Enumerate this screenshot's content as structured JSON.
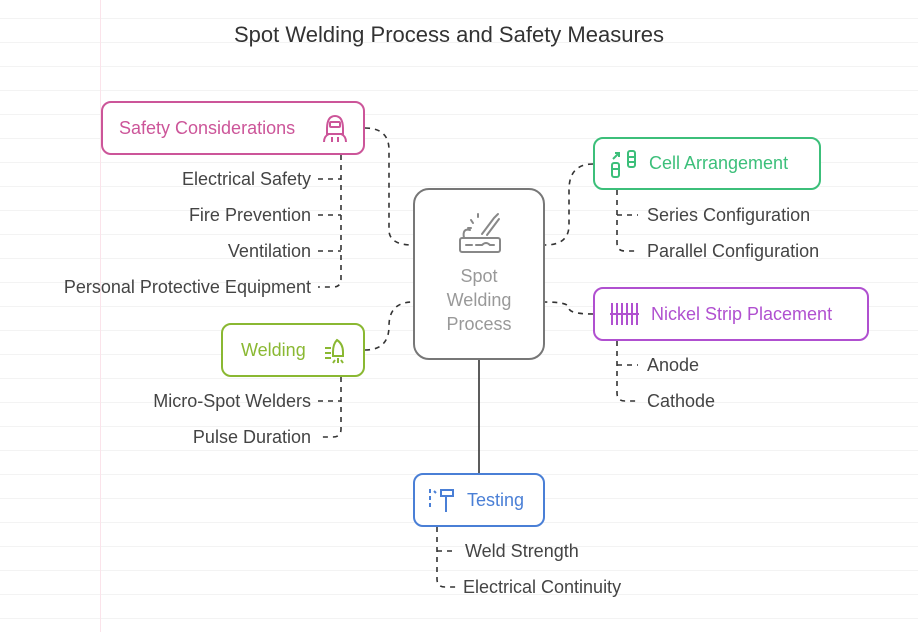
{
  "title": "Spot Welding Process and Safety Measures",
  "center": {
    "lines": [
      "Spot",
      "Welding",
      "Process"
    ],
    "icon": "spot-welding-icon",
    "color": "#777777"
  },
  "branches": {
    "safety": {
      "label": "Safety Considerations",
      "color": "#cc5599",
      "icon": "welding-mask-icon",
      "items": [
        "Electrical Safety",
        "Fire Prevention",
        "Ventilation",
        "Personal Protective Equipment"
      ]
    },
    "welding": {
      "label": "Welding",
      "color": "#8ab832",
      "icon": "welding-torch-icon",
      "items": [
        "Micro-Spot Welders",
        "Pulse Duration"
      ]
    },
    "cell": {
      "label": "Cell Arrangement",
      "color": "#3cbf7a",
      "icon": "battery-cells-icon",
      "items": [
        "Series Configuration",
        "Parallel Configuration"
      ]
    },
    "nickel": {
      "label": "Nickel Strip Placement",
      "color": "#b050d0",
      "icon": "nickel-strip-icon",
      "items": [
        "Anode",
        "Cathode"
      ]
    },
    "testing": {
      "label": "Testing",
      "color": "#4a7fd6",
      "icon": "hammer-test-icon",
      "items": [
        "Weld Strength",
        "Electrical Continuity"
      ]
    }
  }
}
